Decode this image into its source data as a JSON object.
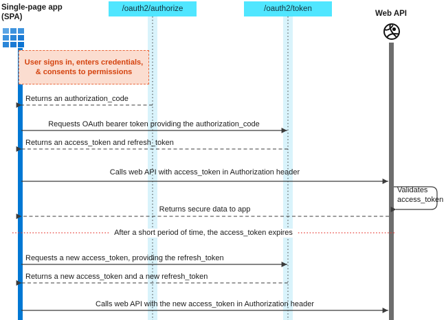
{
  "diagram": {
    "title": "OAuth 2.0 authorization code flow for a single-page app",
    "colors": {
      "endpoint_box": "#50e6ff",
      "spa_activation": "#0078d4",
      "webapi_lifeline": "#6e6e6e",
      "lifeline_band": "#d9f3fb",
      "note_fill": "#fbddd0",
      "note_border": "#e8663a",
      "note_text": "#d4430f",
      "expiry_line": "#e8403a",
      "arrow": "#3b3b3b"
    }
  },
  "participants": [
    {
      "id": "spa",
      "label": "Single-page app\n(SPA)",
      "icon": "app-grid-icon",
      "type": "actor-label"
    },
    {
      "id": "authorize",
      "label": "/oauth2/authorize",
      "icon": "",
      "type": "endpoint-box"
    },
    {
      "id": "token",
      "label": "/oauth2/token",
      "icon": "",
      "type": "endpoint-box"
    },
    {
      "id": "webapi",
      "label": "Web API",
      "icon": "globe-icon",
      "type": "actor-label"
    }
  ],
  "note": {
    "text": "User signs in, enters credentials, & consents to permissions"
  },
  "messages": [
    {
      "id": "m1",
      "text": "Returns an authorization_code",
      "from": "authorize",
      "to": "spa",
      "style": "dashed",
      "direction": "left"
    },
    {
      "id": "m2",
      "text": "Requests OAuth bearer token providing the authorization_code",
      "from": "spa",
      "to": "token",
      "style": "solid",
      "direction": "right"
    },
    {
      "id": "m3",
      "text": "Returns an access_token and refresh_token",
      "from": "token",
      "to": "spa",
      "style": "dashed",
      "direction": "left"
    },
    {
      "id": "m4",
      "text": "Calls web API with access_token in Authorization header",
      "from": "spa",
      "to": "webapi",
      "style": "solid",
      "direction": "right"
    },
    {
      "id": "m5",
      "text": "Returns secure data to app",
      "from": "webapi",
      "to": "spa",
      "style": "dashed",
      "direction": "left"
    },
    {
      "id": "m6",
      "text": "Requests a new access_token, providing the refresh_token",
      "from": "spa",
      "to": "token",
      "style": "solid",
      "direction": "right"
    },
    {
      "id": "m7",
      "text": "Returns a new access_token and a new refresh_token",
      "from": "token",
      "to": "spa",
      "style": "dashed",
      "direction": "left"
    },
    {
      "id": "m8",
      "text": "Calls web API with the new access_token in Authorization header",
      "from": "spa",
      "to": "webapi",
      "style": "solid",
      "direction": "right"
    }
  ],
  "self_message": {
    "text": "Validates\naccess_token",
    "on": "webapi"
  },
  "divider": {
    "text": "After a short period of time, the access_token expires",
    "style": "dotted-red"
  }
}
